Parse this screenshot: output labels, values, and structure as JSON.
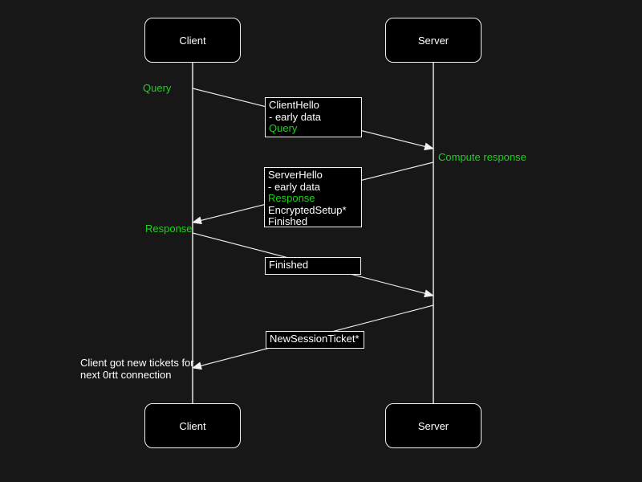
{
  "colors": {
    "background": "#171717",
    "box_fill": "#000000",
    "border": "#f2f2f2",
    "text": "#ffffff",
    "accent_green": "#1bd41b",
    "line": "#e8e8e8"
  },
  "actors": {
    "client": "Client",
    "server": "Server"
  },
  "labels": {
    "query": "Query",
    "compute_response": "Compute response",
    "response": "Response",
    "note_line1": "Client got new tickets for",
    "note_line2": "next 0rtt connection"
  },
  "message_boxes": {
    "client_hello": {
      "lines": [
        "ClientHello",
        "- early data",
        "Query"
      ]
    },
    "server_hello": {
      "lines": [
        "ServerHello",
        "- early data",
        "Response",
        "EncryptedSetup*",
        "Finished"
      ]
    },
    "finished": {
      "lines": [
        "Finished"
      ]
    },
    "new_session_ticket": {
      "lines": [
        "NewSessionTicket*"
      ]
    }
  }
}
